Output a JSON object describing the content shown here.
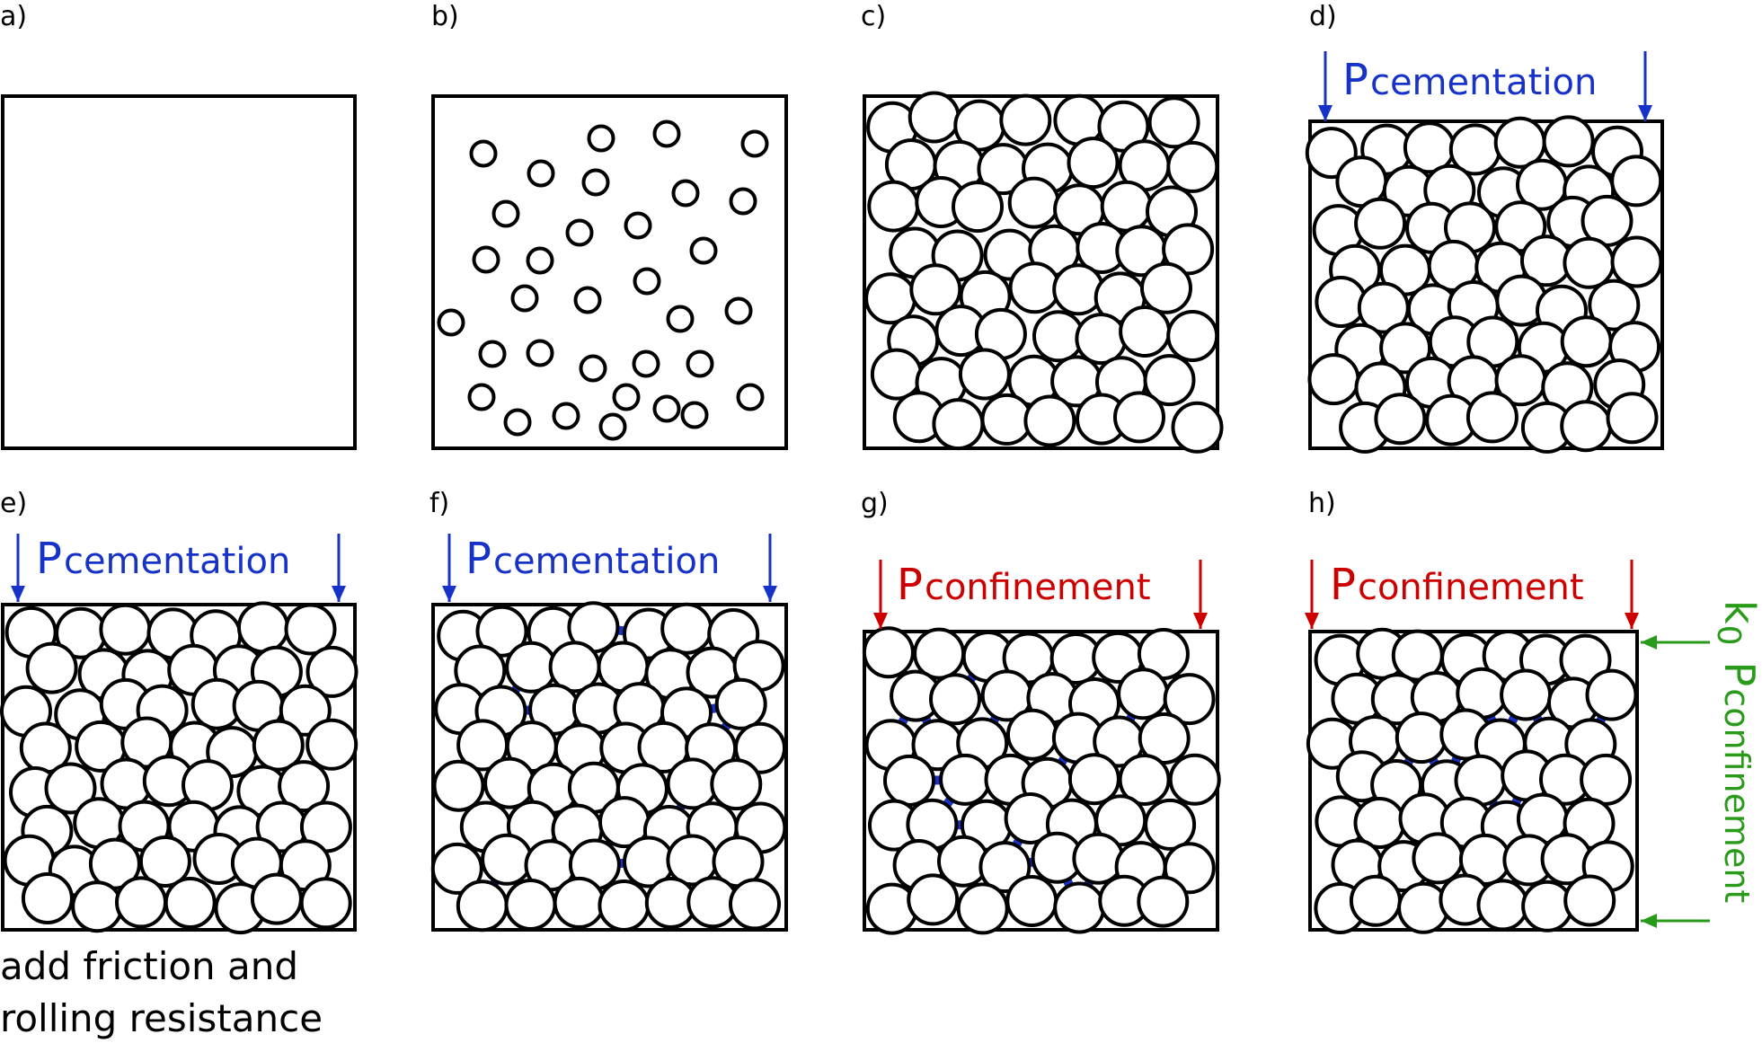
{
  "colors": {
    "cementation": "#1632c8",
    "confinement": "#cc0000",
    "lateral": "#2a9a1a",
    "bond": "#1632c8"
  },
  "panels": [
    {
      "label": "a)"
    },
    {
      "label": "b)"
    },
    {
      "label": "c)"
    },
    {
      "label": "d)",
      "pressure": {
        "main": "P",
        "sub": "cementation"
      }
    },
    {
      "label": "e)",
      "pressure": {
        "main": "P",
        "sub": "cementation"
      },
      "caption": [
        "add  friction  and",
        "rolling resistance"
      ]
    },
    {
      "label": "f)",
      "pressure": {
        "main": "P",
        "sub": "cementation"
      }
    },
    {
      "label": "g)",
      "pressure": {
        "main": "P",
        "sub": "confinement"
      }
    },
    {
      "label": "h)",
      "pressure": {
        "main": "P",
        "sub": "confinement"
      },
      "lateral": {
        "k": "k",
        "k_sub": "0",
        "main": "P",
        "sub": "confinement"
      }
    }
  ]
}
